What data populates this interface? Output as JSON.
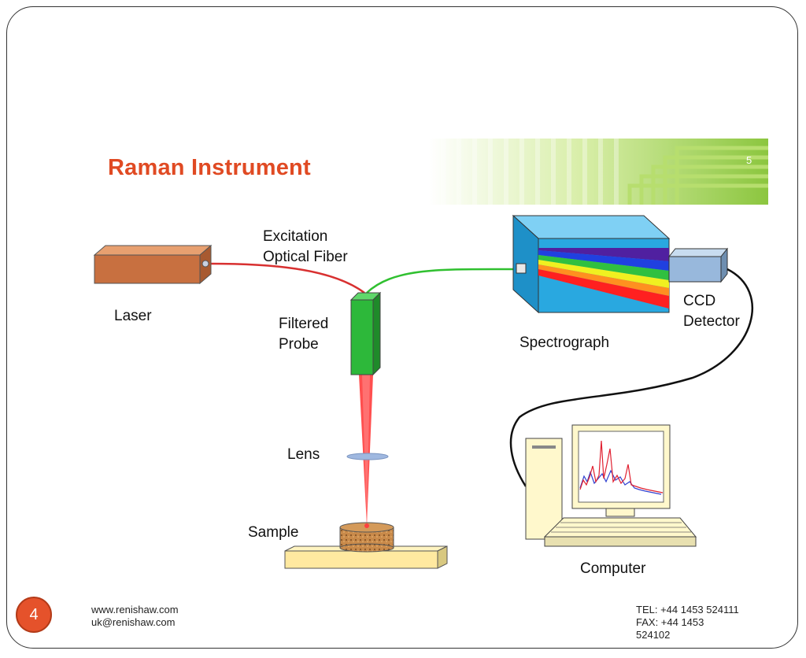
{
  "slide": {
    "title": "Raman Instrument",
    "inner_slide_number": "5",
    "page_number": "4"
  },
  "labels": {
    "fiber": "Excitation\nOptical Fiber",
    "laser": "Laser",
    "probe": "Filtered\nProbe",
    "spectrograph": "Spectrograph",
    "ccd": "CCD\nDetector",
    "lens": "Lens",
    "sample": "Sample",
    "computer": "Computer"
  },
  "footer": {
    "website": "www.renishaw.com",
    "email": "uk@renishaw.com",
    "tel": "TEL:  +44 1453 524111",
    "fax": "FAX:  +44 1453\n524102"
  },
  "colors": {
    "title": "#e04a23",
    "laser_beam": "#ff2020",
    "fiber_red": "#d83030",
    "fiber_green": "#30c030",
    "probe": "#2db83a",
    "spectrograph": "#29a8e0",
    "accent_green": "#8cc63f"
  },
  "icons": [
    "laser-box",
    "filtered-probe",
    "lens",
    "sample-disk",
    "spectrograph-box",
    "ccd-detector",
    "computer-icon"
  ]
}
